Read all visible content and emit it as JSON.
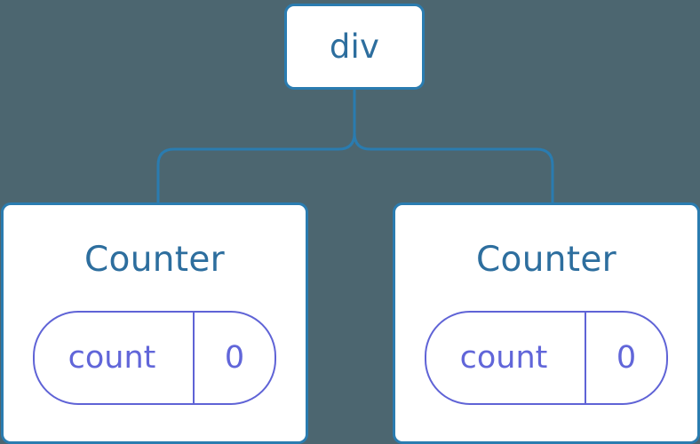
{
  "diagram": {
    "type": "component-tree",
    "background_color": "#4c6670",
    "node_border_color": "#2a7cb0",
    "node_fill_color": "#ffffff",
    "title_text_color": "#2d6e9e",
    "state_accent_color": "#6166d9",
    "connector_color": "#2a7cb0",
    "root": {
      "label": "div"
    },
    "children": [
      {
        "title": "Counter",
        "state": {
          "key": "count",
          "value": "0"
        }
      },
      {
        "title": "Counter",
        "state": {
          "key": "count",
          "value": "0"
        }
      }
    ]
  }
}
